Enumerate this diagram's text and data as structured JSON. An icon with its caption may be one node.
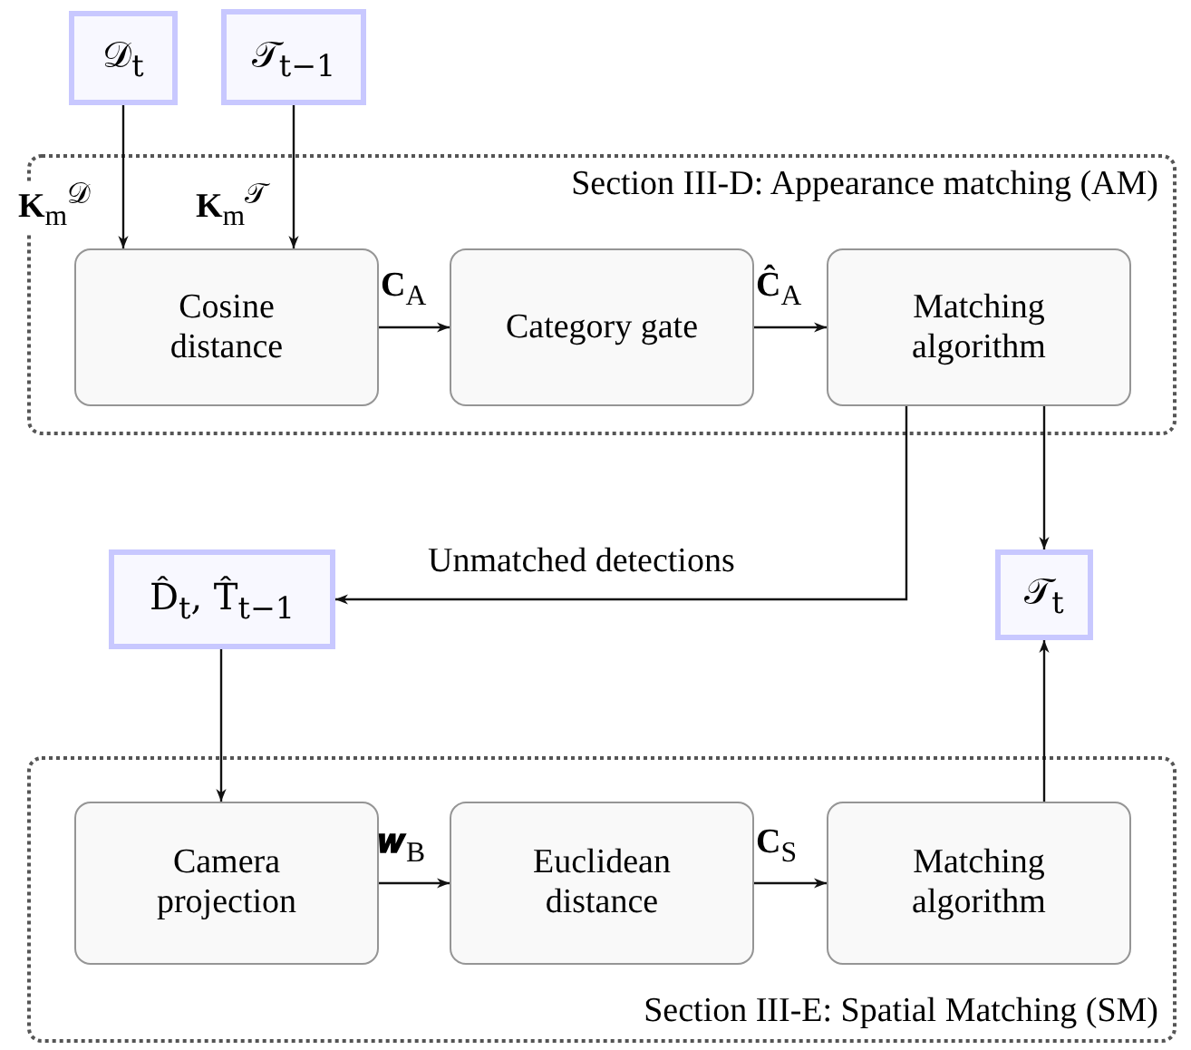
{
  "diagram": {
    "nodes": [
      {
        "text": [
          "𝒟$_{t}$"
        ]
      },
      {
        "text": [
          "𝒯$_{t−1}$"
        ]
      },
      {
        "text": [
          "Section III-D: Appearance matching (AM)"
        ]
      },
      {
        "text": [
          "Cosine distance"
        ],
        "in": 2
      },
      {
        "text": [
          "Category gate"
        ],
        "in": 2
      },
      {
        "text": [
          "Matching algorithm"
        ],
        "in": 2
      },
      {
        "text": [
          "D̂$_{t}$,  T̂$_{t−1}$"
        ]
      },
      {
        "text": [
          "𝒯$_{t}$"
        ]
      },
      {
        "text": [
          "Section III-E: Spatial Matching (SM)"
        ]
      },
      {
        "text": [
          "Camera projection"
        ],
        "in": 8
      },
      {
        "text": [
          "Euclidean distance"
        ],
        "in": 8
      },
      {
        "text": [
          "Matching algorithm"
        ],
        "in": 8
      }
    ],
    "edges": [
      {
        "from": 0,
        "to": 3,
        "arrow": "to",
        "label": "**K**$_{m}$$^{𝒟}$"
      },
      {
        "from": 1,
        "to": 3,
        "arrow": "to",
        "label": "**K**$_{m}$$^{𝒯}$"
      },
      {
        "from": 3,
        "to": 4,
        "arrow": "to",
        "label": "**C**$_{A}$"
      },
      {
        "from": 4,
        "to": 5,
        "arrow": "to",
        "label": "**Ĉ**$_{A}$"
      },
      {
        "from": 5,
        "to": 6,
        "arrow": "to",
        "label": "Unmatched detections"
      },
      {
        "from": 5,
        "to": 7,
        "arrow": "to"
      },
      {
        "from": 6,
        "to": 9,
        "arrow": "to"
      },
      {
        "from": 9,
        "to": 10,
        "arrow": "to",
        "label": "**𝒘**$_{B}$"
      },
      {
        "from": 10,
        "to": 11,
        "arrow": "to",
        "label": "**C**$_{S}$"
      },
      {
        "from": 11,
        "to": 7,
        "arrow": "to"
      }
    ]
  }
}
